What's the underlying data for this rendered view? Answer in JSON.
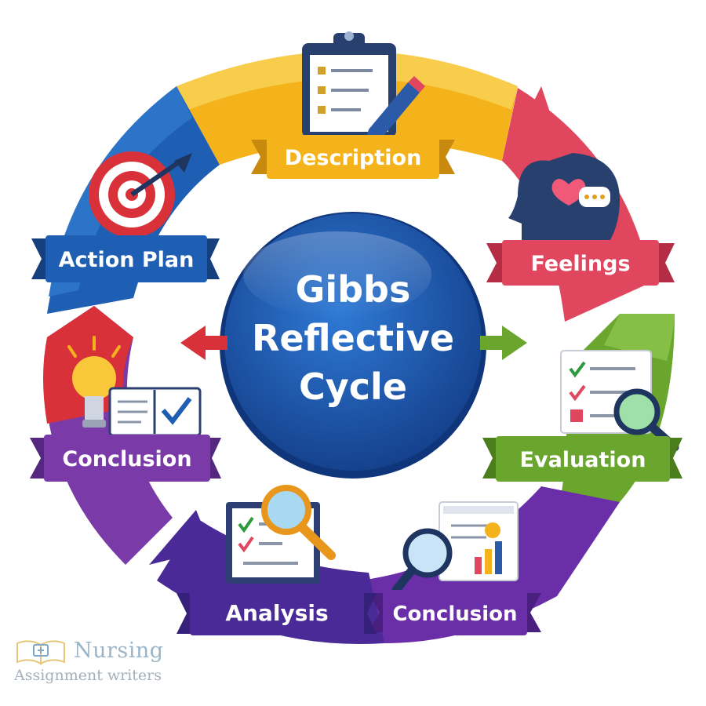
{
  "center": {
    "line1": "Gibbs",
    "line2": "Reflective",
    "line3": "Cycle"
  },
  "stages": {
    "description": "Description",
    "feelings": "Feelings",
    "evaluation": "Evaluation",
    "conclusion_right": "Conclusion",
    "analysis": "Analysis",
    "conclusion_left": "Conclusion",
    "action_plan": "Action Plan"
  },
  "colors": {
    "description": "#f4b21b",
    "feelings": "#e0475f",
    "evaluation": "#6aa62e",
    "analysis": "#5a2d9c",
    "conclusion": "#7a3aa8",
    "conclusion_left_top": "#d8313a",
    "action_plan": "#1f5fb3",
    "center": "#1c56a8"
  },
  "watermark": {
    "brand": "Nursing",
    "tagline": "Assignment writers"
  }
}
